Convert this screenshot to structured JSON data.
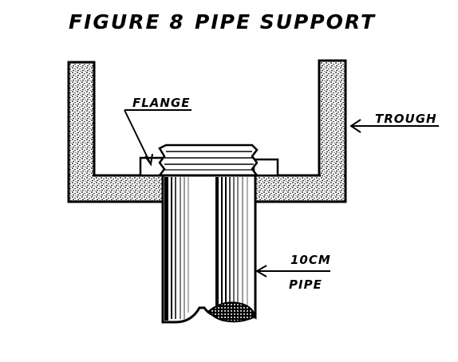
{
  "figure": {
    "title_number": "FIGURE 8",
    "title_name": "PIPE SUPPORT"
  },
  "labels": {
    "flange": "FLANGE",
    "trough": "TROUGH",
    "pipe_size": "10CM",
    "pipe": "PIPE"
  },
  "colors": {
    "ink": "#000000",
    "paper": "#ffffff"
  }
}
